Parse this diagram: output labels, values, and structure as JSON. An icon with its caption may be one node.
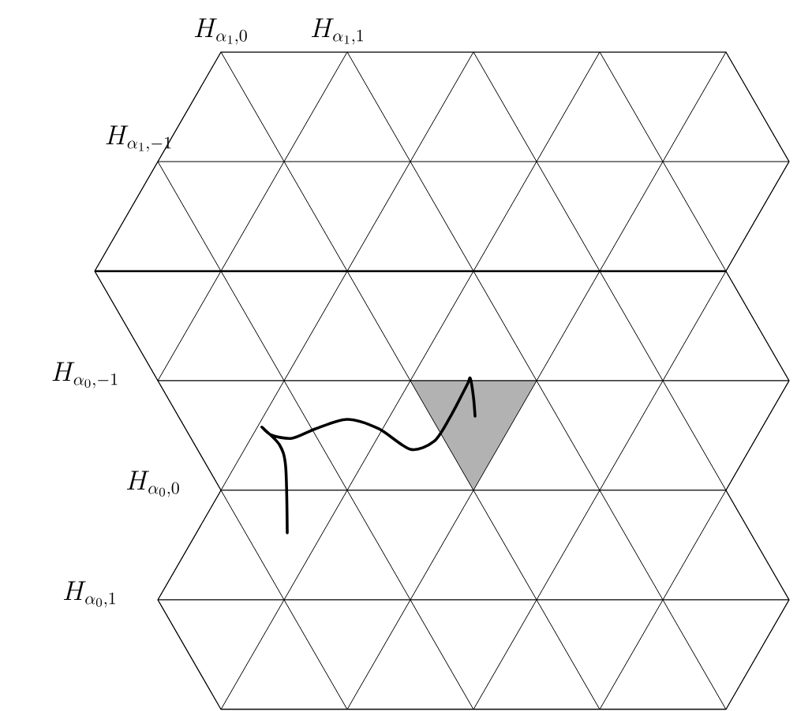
{
  "diagram": {
    "labels": [
      "H_{\\alpha_1,0}",
      "H_{\\alpha_1,1}",
      "H_{\\alpha_1,-1}",
      "H_{\\alpha_0,-1}",
      "H_{\\alpha_0,0}",
      "H_{\\alpha_0,1}"
    ]
  }
}
